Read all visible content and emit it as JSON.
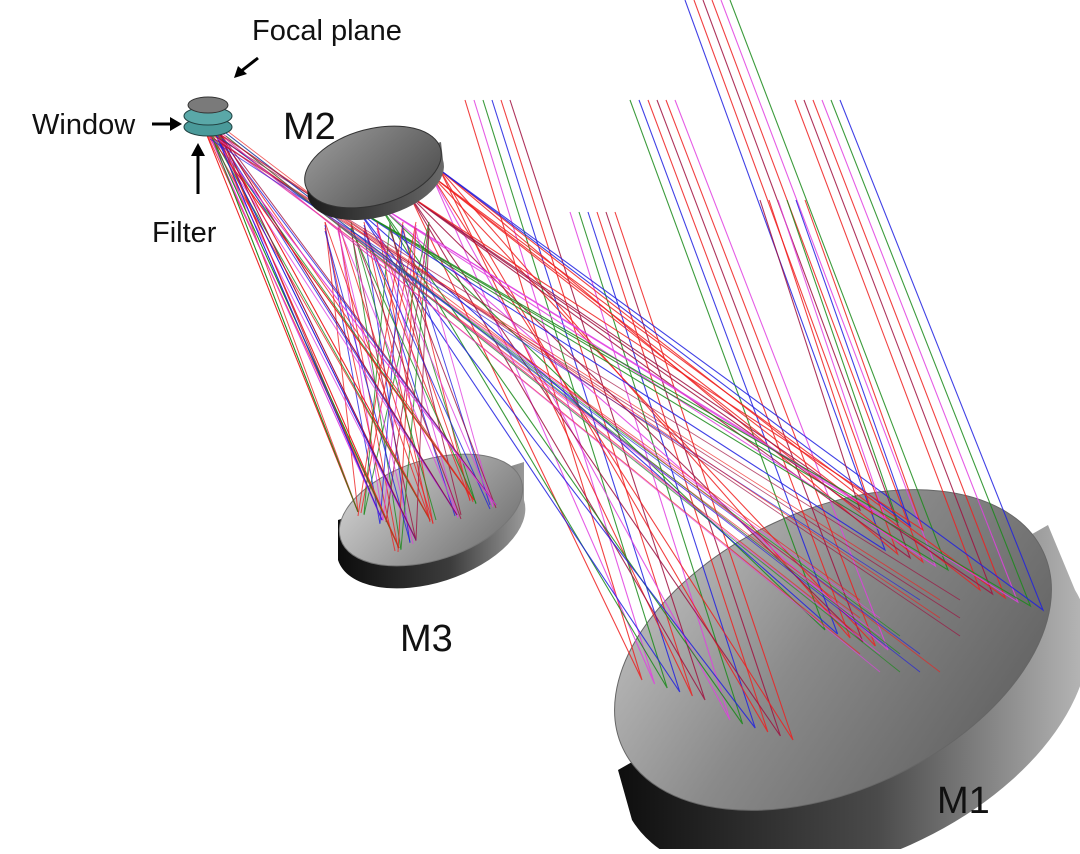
{
  "labels": {
    "focal_plane": "Focal plane",
    "window": "Window",
    "filter": "Filter",
    "m2": "M2",
    "m3": "M3",
    "m1": "M1"
  },
  "colors": {
    "ray_red": "#ee2020",
    "ray_magenta": "#e040e0",
    "ray_green": "#1a8a1a",
    "ray_blue": "#2020e0",
    "ray_dark_red": "#a01040",
    "mirror_face": "#8c8c8c",
    "mirror_edge": "#2a2a2a",
    "detector_teal": "#4a9a9a",
    "detector_grey": "#6e6e6e"
  },
  "components": [
    "M1",
    "M2",
    "M3",
    "Filter",
    "Window",
    "Focal plane"
  ]
}
